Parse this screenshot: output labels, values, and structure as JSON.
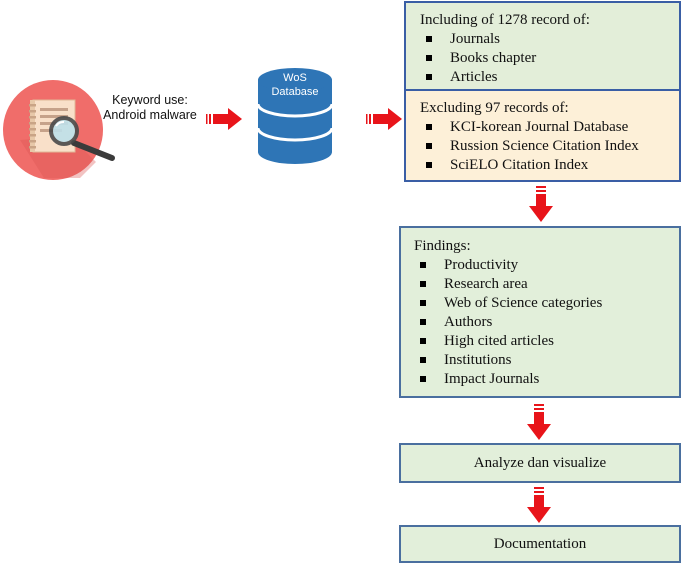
{
  "keyword": {
    "line1": "Keyword use:",
    "line2": "Android malware",
    "icon": "document-search-icon"
  },
  "database": {
    "line1": "WoS",
    "line2": "Database",
    "icon": "database-icon"
  },
  "including": {
    "heading": "Including of 1278 record of:",
    "items": [
      "Journals",
      "Books chapter",
      "Articles"
    ]
  },
  "excluding": {
    "heading": "Excluding 97 records of:",
    "items": [
      "KCI-korean Journal Database",
      "Russion Science Citation Index",
      "SciELO Citation Index"
    ]
  },
  "findings": {
    "heading": "Findings:",
    "items": [
      "Productivity",
      "Research area",
      "Web of Science categories",
      "Authors",
      "High cited articles",
      "Institutions",
      "Impact Journals"
    ]
  },
  "analyze": {
    "label": "Analyze dan visualize"
  },
  "documentation": {
    "label": "Documentation"
  },
  "colors": {
    "arrow": "#e8141a",
    "box_border": "#3a5ea5",
    "green_fill": "#e3eed9",
    "yellow_fill": "#fdf0d8",
    "database": "#2e75b6",
    "icon_circle": "#f06d6a"
  }
}
